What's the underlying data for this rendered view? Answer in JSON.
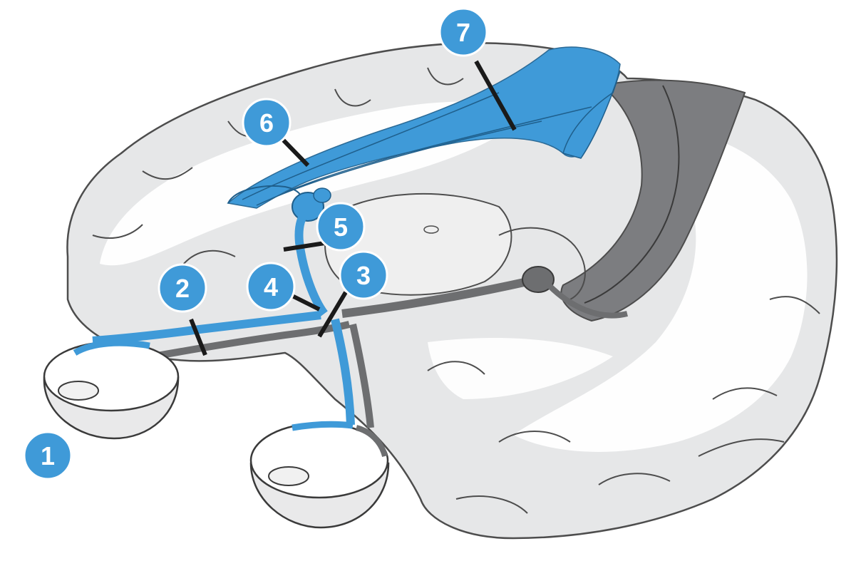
{
  "colors": {
    "background": "#ffffff",
    "brain_fill": "#e6e7e8",
    "brain_light": "#f7f7f7",
    "brain_outline": "#4d4d4d",
    "white_matter": "#ffffff",
    "pathway_blue": "#3f9ad8",
    "pathway_dark": "#6d6e70",
    "cut_surface_dark": "#7c7d80",
    "badge_fill": "#3f9ad8",
    "badge_text": "#ffffff",
    "leader_line": "#1a1a1a"
  },
  "labels": [
    {
      "id": "1",
      "text": "1"
    },
    {
      "id": "2",
      "text": "2"
    },
    {
      "id": "3",
      "text": "3"
    },
    {
      "id": "4",
      "text": "4"
    },
    {
      "id": "5",
      "text": "5"
    },
    {
      "id": "6",
      "text": "6"
    },
    {
      "id": "7",
      "text": "7"
    }
  ]
}
